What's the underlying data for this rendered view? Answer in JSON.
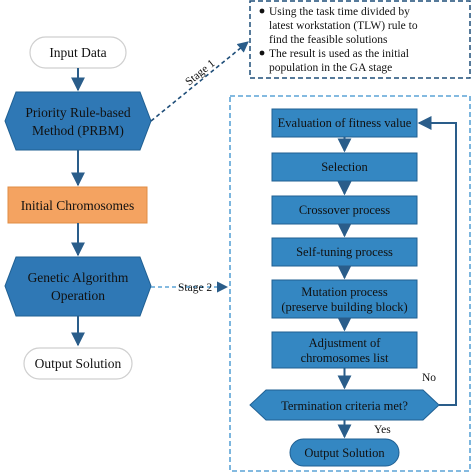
{
  "colors": {
    "hexagon_fill": "#2f78b5",
    "initial_chromosomes_fill": "#f4a361",
    "step_fill": "#3487c2",
    "step_stroke": "#1f5f92",
    "arrow": "#2a5d8a",
    "dashed": "#5ba3d6",
    "note_border": "#1f4e79"
  },
  "note": {
    "bullets": [
      [
        "Using the task time divided by",
        "latest workstation (TLW) rule to",
        "find the feasible solutions"
      ],
      [
        "The result is used as the initial",
        "population in the GA stage"
      ]
    ]
  },
  "left_flow": {
    "input": "Input Data",
    "prbm": [
      "Priority Rule-based",
      "Method (PRBM)"
    ],
    "initial": "Initial Chromosomes",
    "ga": [
      "Genetic Algorithm",
      "Operation"
    ],
    "output": "Output Solution"
  },
  "stage_labels": {
    "stage1": "Stage 1",
    "stage2": "Stage 2"
  },
  "right_flow": {
    "evaluation": "Evaluation of fitness value",
    "selection": "Selection",
    "crossover": "Crossover process",
    "self_tuning": "Self-tuning process",
    "mutation": [
      "Mutation process",
      "(preserve building block)"
    ],
    "adjustment": [
      "Adjustment of",
      "chromosomes list"
    ],
    "termination": "Termination criteria met?",
    "no": "No",
    "yes": "Yes",
    "output": "Output Solution"
  }
}
